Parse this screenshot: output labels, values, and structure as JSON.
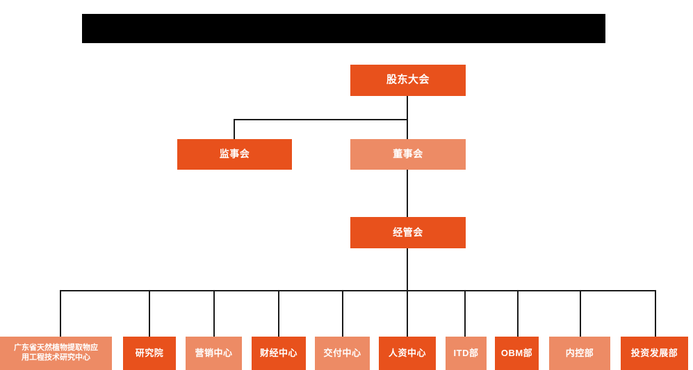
{
  "diagram": {
    "title_banner": "",
    "colors": {
      "dark_orange": "#E8511C",
      "light_orange": "#ED8B65",
      "connector": "#1a1a1a",
      "background": "#ffffff",
      "banner": "#000000",
      "text": "#ffffff"
    },
    "levels": {
      "level1": {
        "nodes": [
          {
            "label": "股东大会",
            "tone": "dark"
          }
        ]
      },
      "level2": {
        "nodes": [
          {
            "label": "监事会",
            "tone": "dark"
          },
          {
            "label": "董事会",
            "tone": "light"
          }
        ]
      },
      "level3": {
        "nodes": [
          {
            "label": "经管会",
            "tone": "dark"
          }
        ]
      },
      "level4": {
        "nodes": [
          {
            "label_line1": "广东省天然植物提取物应",
            "label_line2": "用工程技术研究中心",
            "tone": "light"
          },
          {
            "label": "研究院",
            "tone": "dark"
          },
          {
            "label": "营销中心",
            "tone": "light"
          },
          {
            "label": "财经中心",
            "tone": "dark"
          },
          {
            "label": "交付中心",
            "tone": "light"
          },
          {
            "label": "人资中心",
            "tone": "dark"
          },
          {
            "label": "ITD部",
            "tone": "light"
          },
          {
            "label": "OBM部",
            "tone": "dark"
          },
          {
            "label": "内控部",
            "tone": "light"
          },
          {
            "label": "投资发展部",
            "tone": "dark"
          }
        ]
      }
    }
  }
}
